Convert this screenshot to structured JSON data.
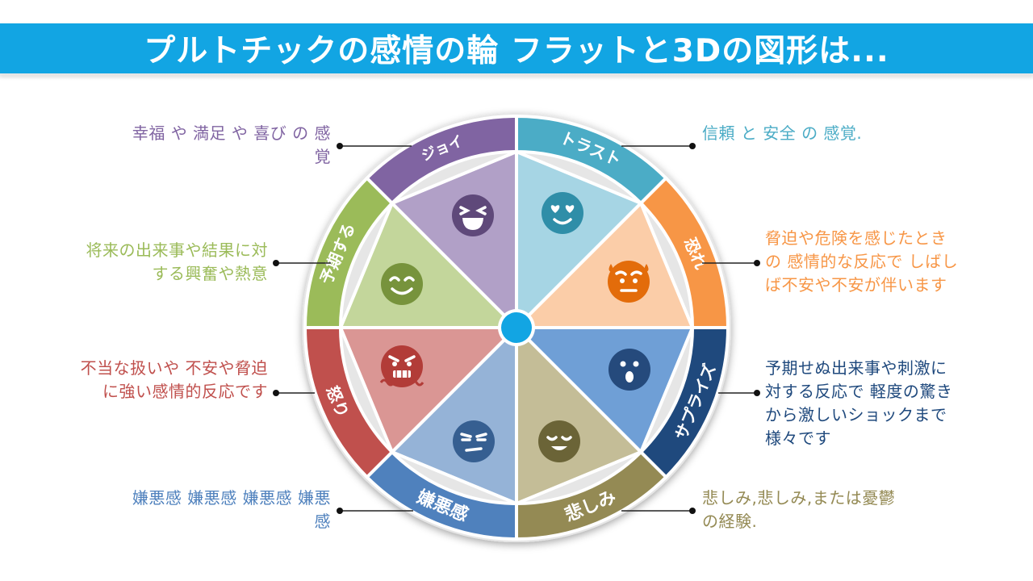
{
  "title": "プルトチックの感情の輪 フラットと3Dの図形は...",
  "center_color": "#12a5e3",
  "segments": [
    {
      "label": "トラスト",
      "icon": "heart-eyes-face-icon",
      "outer_color": "#4bacc6",
      "inner_color": "#a6d5e4",
      "icon_color": "#2f8ea8"
    },
    {
      "label": "恐れ",
      "icon": "sweating-worried-face-icon",
      "outer_color": "#f79646",
      "inner_color": "#fbcda8",
      "icon_color": "#e36c0a"
    },
    {
      "label": "サプライズ",
      "icon": "surprised-face-icon",
      "outer_color": "#1f497d",
      "inner_color": "#6f9fd6",
      "icon_color": "#254a7c"
    },
    {
      "label": "悲しみ",
      "icon": "sad-face-icon",
      "outer_color": "#948a54",
      "inner_color": "#c4bd97",
      "icon_color": "#6b6437"
    },
    {
      "label": "嫌悪感",
      "icon": "disgusted-face-icon",
      "outer_color": "#4f81bd",
      "inner_color": "#95b3d7",
      "icon_color": "#365f91"
    },
    {
      "label": "怒り",
      "icon": "angry-face-icon",
      "outer_color": "#c0504d",
      "inner_color": "#da9694",
      "icon_color": "#b23c38"
    },
    {
      "label": "予期する",
      "icon": "smiling-face-icon",
      "outer_color": "#9bbb59",
      "inner_color": "#c3d69b",
      "icon_color": "#77933c"
    },
    {
      "label": "ジョイ",
      "icon": "laughing-face-icon",
      "outer_color": "#8064a2",
      "inner_color": "#b1a0c7",
      "icon_color": "#5f497a"
    }
  ],
  "descriptions": {
    "trust": {
      "lines": [
        "信頼 と 安全 の 感覚."
      ],
      "color": "#4bacc6"
    },
    "fear": {
      "lines": [
        "脅迫や危険を感じたとき",
        "の 感情的な反応で しばし",
        "ば不安や不安が伴います"
      ],
      "color": "#f79646"
    },
    "surprise": {
      "lines": [
        "予期せぬ出来事や刺激に",
        "対する反応で 軽度の驚き",
        "から激しいショックまで",
        "様々です"
      ],
      "color": "#1f497d"
    },
    "sadness": {
      "lines": [
        "悲しみ,悲しみ,または憂鬱",
        "の経験."
      ],
      "color": "#948a54"
    },
    "disgust": {
      "lines": [
        "嫌悪感 嫌悪感 嫌悪感 嫌悪",
        "感"
      ],
      "color": "#4f81bd"
    },
    "anger": {
      "lines": [
        "不当な扱いや 不安や脅迫",
        "に強い感情的反応です"
      ],
      "color": "#c0504d"
    },
    "anticipation": {
      "lines": [
        "将来の出来事や結果に対",
        "する興奮や熱意"
      ],
      "color": "#9bbb59"
    },
    "joy": {
      "lines": [
        "幸福 や 満足 や 喜び の 感",
        "覚"
      ],
      "color": "#8064a2"
    }
  }
}
